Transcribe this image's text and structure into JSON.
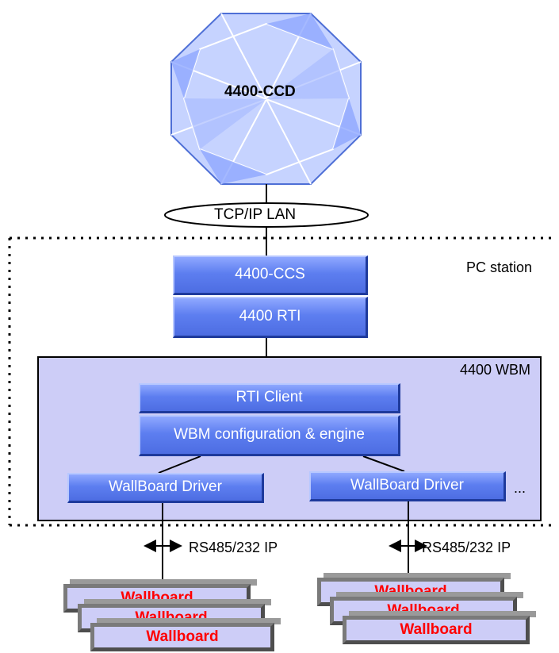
{
  "core": {
    "label": "4400-CCD"
  },
  "network": {
    "label": "TCP/IP LAN"
  },
  "pc_station": {
    "label": "PC station"
  },
  "ccs": {
    "label": "4400-CCS"
  },
  "rti": {
    "label": "4400 RTI"
  },
  "wbm": {
    "label": "4400 WBM",
    "rti_client": "RTI Client",
    "engine": "WBM configuration & engine",
    "drivers": [
      {
        "label": "WallBoard Driver"
      },
      {
        "label": "WallBoard Driver"
      }
    ],
    "more": "..."
  },
  "links": [
    {
      "label": "RS485/232 IP"
    },
    {
      "label": "RS485/232 IP"
    }
  ],
  "wallboards_left": [
    "Wallboard",
    "Wallboard",
    "Wallboard"
  ],
  "wallboards_right": [
    "Wallboard",
    "Wallboard",
    "Wallboard"
  ]
}
